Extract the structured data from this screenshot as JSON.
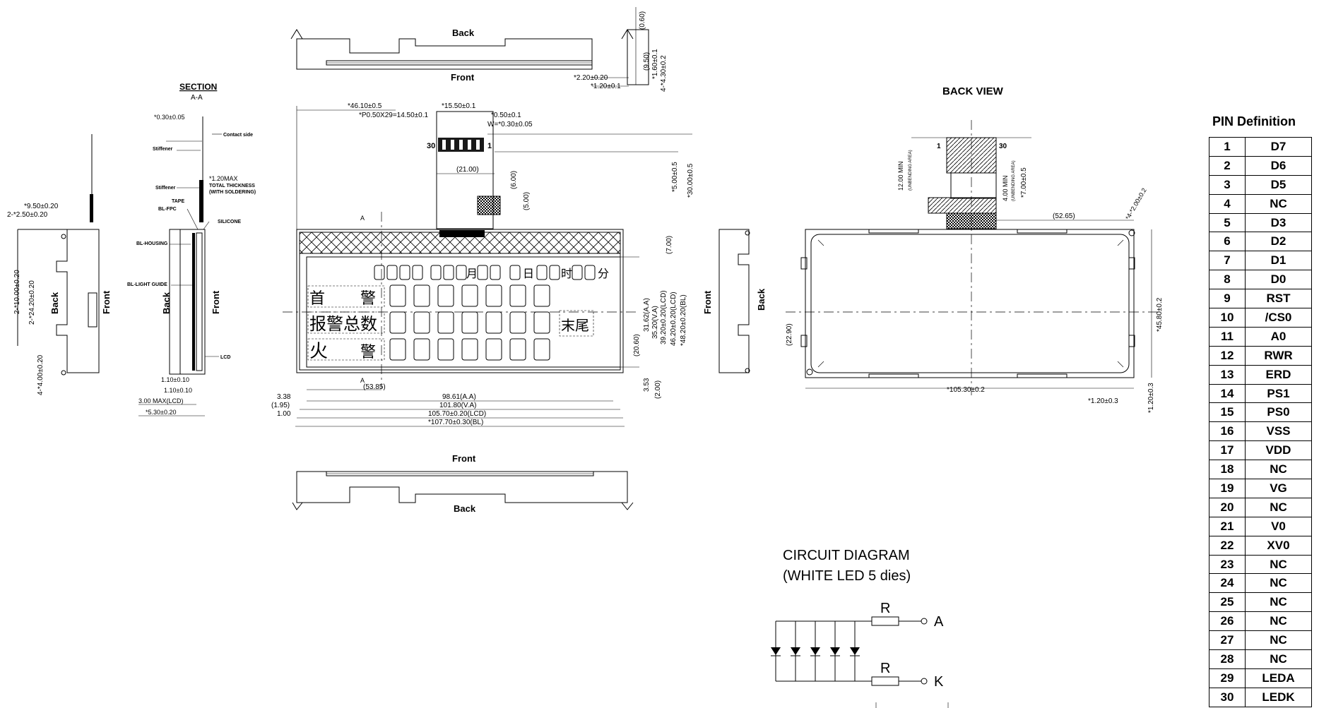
{
  "drawing": {
    "top_profile": {
      "back_label": "Back",
      "front_label": "Front",
      "dims": [
        "*2.20±0.20",
        "*1.20±0.1",
        "(0.60)",
        "(9.50)",
        "*1.60±0.1",
        "4-*4.30±0.2"
      ]
    },
    "bottom_profile": {
      "front_label": "Front",
      "back_label": "Back"
    },
    "section": {
      "title": "SECTION",
      "subtitle": "A-A",
      "labels": [
        "*0.30±0.05",
        "Contact side",
        "Stiffener",
        "Stiffener",
        "*1.20MAX",
        "TOTAL THICKNESS",
        "(WITH SOLDERING)",
        "TAPE",
        "BL-FPC",
        "SILICONE",
        "BL-HOUSING",
        "BL-LIGHT GUIDE",
        "LCD"
      ],
      "dims": [
        "1.10±0.10",
        "1.10±0.10",
        "3.00  MAX(LCD)",
        "*5.30±0.20"
      ],
      "back_label": "Back",
      "front_label": "Front"
    },
    "left_side": {
      "dims": [
        "*9.50±0.20",
        "2-*2.50±0.20",
        "2-*10.00±0.20",
        "2-*24.20±0.20",
        "4-*4.00±0.20"
      ],
      "back_label": "Back",
      "front_label": "Front"
    },
    "front_view": {
      "top_dims": [
        "*46.10±0.5",
        "*P0.50X29=14.50±0.1",
        "*15.50±0.1",
        "*0.50±0.1",
        "W=*0.30±0.05",
        "(21.00)",
        "(6.00)",
        "(5.00)"
      ],
      "pin_first": "30",
      "pin_last": "1",
      "right_dims": [
        "*5.00±0.5",
        "*30.00±0.5",
        "(7.00)",
        "31.62(A.A)",
        "35.20(V.A)",
        "39.20±0.20(LCD)",
        "46.20±0.20(LCD)",
        "*48.20±0.20(BL)",
        "(20.60)",
        "3.53",
        "(2.00)"
      ],
      "bottom_dims": [
        "(53.85)",
        "98.61(A.A)",
        "101.80(V.A)",
        "105.70±0.20(LCD)",
        "*107.70±0.30(BL)"
      ],
      "left_dims": [
        "3.38",
        "(1.95)",
        "1.00"
      ],
      "section_mark": "A",
      "chinese_labels": [
        "报警总数",
        "火",
        "警",
        "首",
        "警",
        "月",
        "日",
        "时",
        "分",
        "末尾"
      ],
      "right_side_labels": {
        "front": "Front",
        "back": "Back"
      }
    },
    "back_view": {
      "title": "BACK VIEW",
      "pin_first": "1",
      "pin_last": "30",
      "dims": [
        "12.00 MIN",
        "(UNBENDING AREA)",
        "4.00 MIN",
        "(UNBENDING AREA)",
        "*7.00±0.5",
        "(52.65)",
        "*4-*2.00±0.2",
        "(22.90)",
        "*45.80±0.2",
        "*105.30±0.2",
        "*1.20±0.3",
        "*1.20±0.3"
      ]
    },
    "circuit": {
      "title": "CIRCUIT DIAGRAM",
      "subtitle": "(WHITE LED 5 dies)",
      "resistor_label": "R",
      "terminal_a": "A",
      "terminal_k": "K"
    }
  },
  "pin_definition": {
    "title": "PIN Definition",
    "pins": [
      {
        "no": "1",
        "fn": "D7"
      },
      {
        "no": "2",
        "fn": "D6"
      },
      {
        "no": "3",
        "fn": "D5"
      },
      {
        "no": "4",
        "fn": "NC"
      },
      {
        "no": "5",
        "fn": "D3"
      },
      {
        "no": "6",
        "fn": "D2"
      },
      {
        "no": "7",
        "fn": "D1"
      },
      {
        "no": "8",
        "fn": "D0"
      },
      {
        "no": "9",
        "fn": "RST"
      },
      {
        "no": "10",
        "fn": "/CS0"
      },
      {
        "no": "11",
        "fn": "A0"
      },
      {
        "no": "12",
        "fn": "RWR"
      },
      {
        "no": "13",
        "fn": "ERD"
      },
      {
        "no": "14",
        "fn": "PS1"
      },
      {
        "no": "15",
        "fn": "PS0"
      },
      {
        "no": "16",
        "fn": "VSS"
      },
      {
        "no": "17",
        "fn": "VDD"
      },
      {
        "no": "18",
        "fn": "NC"
      },
      {
        "no": "19",
        "fn": "VG"
      },
      {
        "no": "20",
        "fn": "NC"
      },
      {
        "no": "21",
        "fn": "V0"
      },
      {
        "no": "22",
        "fn": "XV0"
      },
      {
        "no": "23",
        "fn": "NC"
      },
      {
        "no": "24",
        "fn": "NC"
      },
      {
        "no": "25",
        "fn": "NC"
      },
      {
        "no": "26",
        "fn": "NC"
      },
      {
        "no": "27",
        "fn": "NC"
      },
      {
        "no": "28",
        "fn": "NC"
      },
      {
        "no": "29",
        "fn": "LEDA"
      },
      {
        "no": "30",
        "fn": "LEDK"
      }
    ]
  }
}
